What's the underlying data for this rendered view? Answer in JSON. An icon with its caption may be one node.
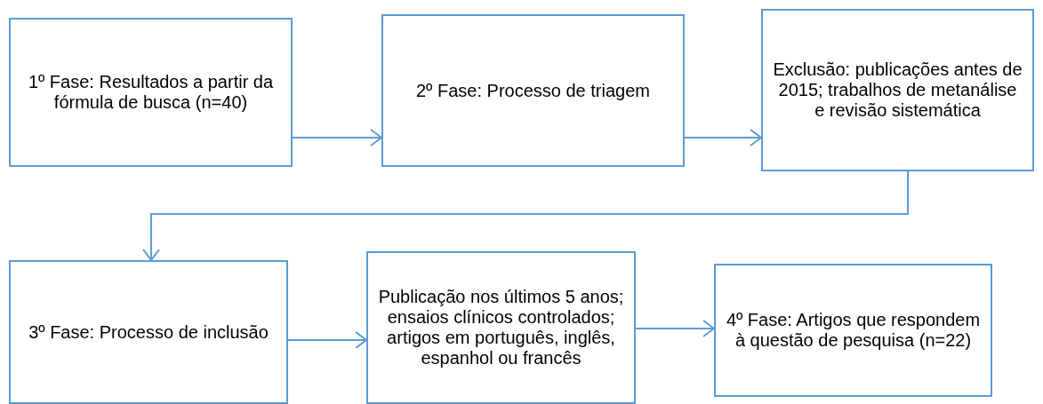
{
  "diagram": {
    "nodes": [
      {
        "text": [
          "1º Fase: Resultados a partir da fórmula de busca (n=40)"
        ]
      },
      {
        "text": [
          "2º Fase: Processo de triagem"
        ]
      },
      {
        "text": [
          "Exclusão: publicações antes de 2015; trabalhos de metanálise e revisão sistemática"
        ]
      },
      {
        "text": [
          "3º Fase: Processo de inclusão"
        ]
      },
      {
        "text": [
          "Publicação nos últimos 5 anos; ensaios clínicos controlados; artigos em português, inglês, espanhol ou francês"
        ]
      },
      {
        "text": [
          "4º Fase: Artigos que respondem à questão de pesquisa (n=22)"
        ]
      }
    ],
    "edges": [
      {
        "from": 0,
        "to": 1,
        "arrow": "to"
      },
      {
        "from": 1,
        "to": 2,
        "arrow": "to"
      },
      {
        "from": 2,
        "to": 3,
        "arrow": "to"
      },
      {
        "from": 3,
        "to": 4,
        "arrow": "to"
      },
      {
        "from": 4,
        "to": 5,
        "arrow": "to"
      }
    ]
  }
}
